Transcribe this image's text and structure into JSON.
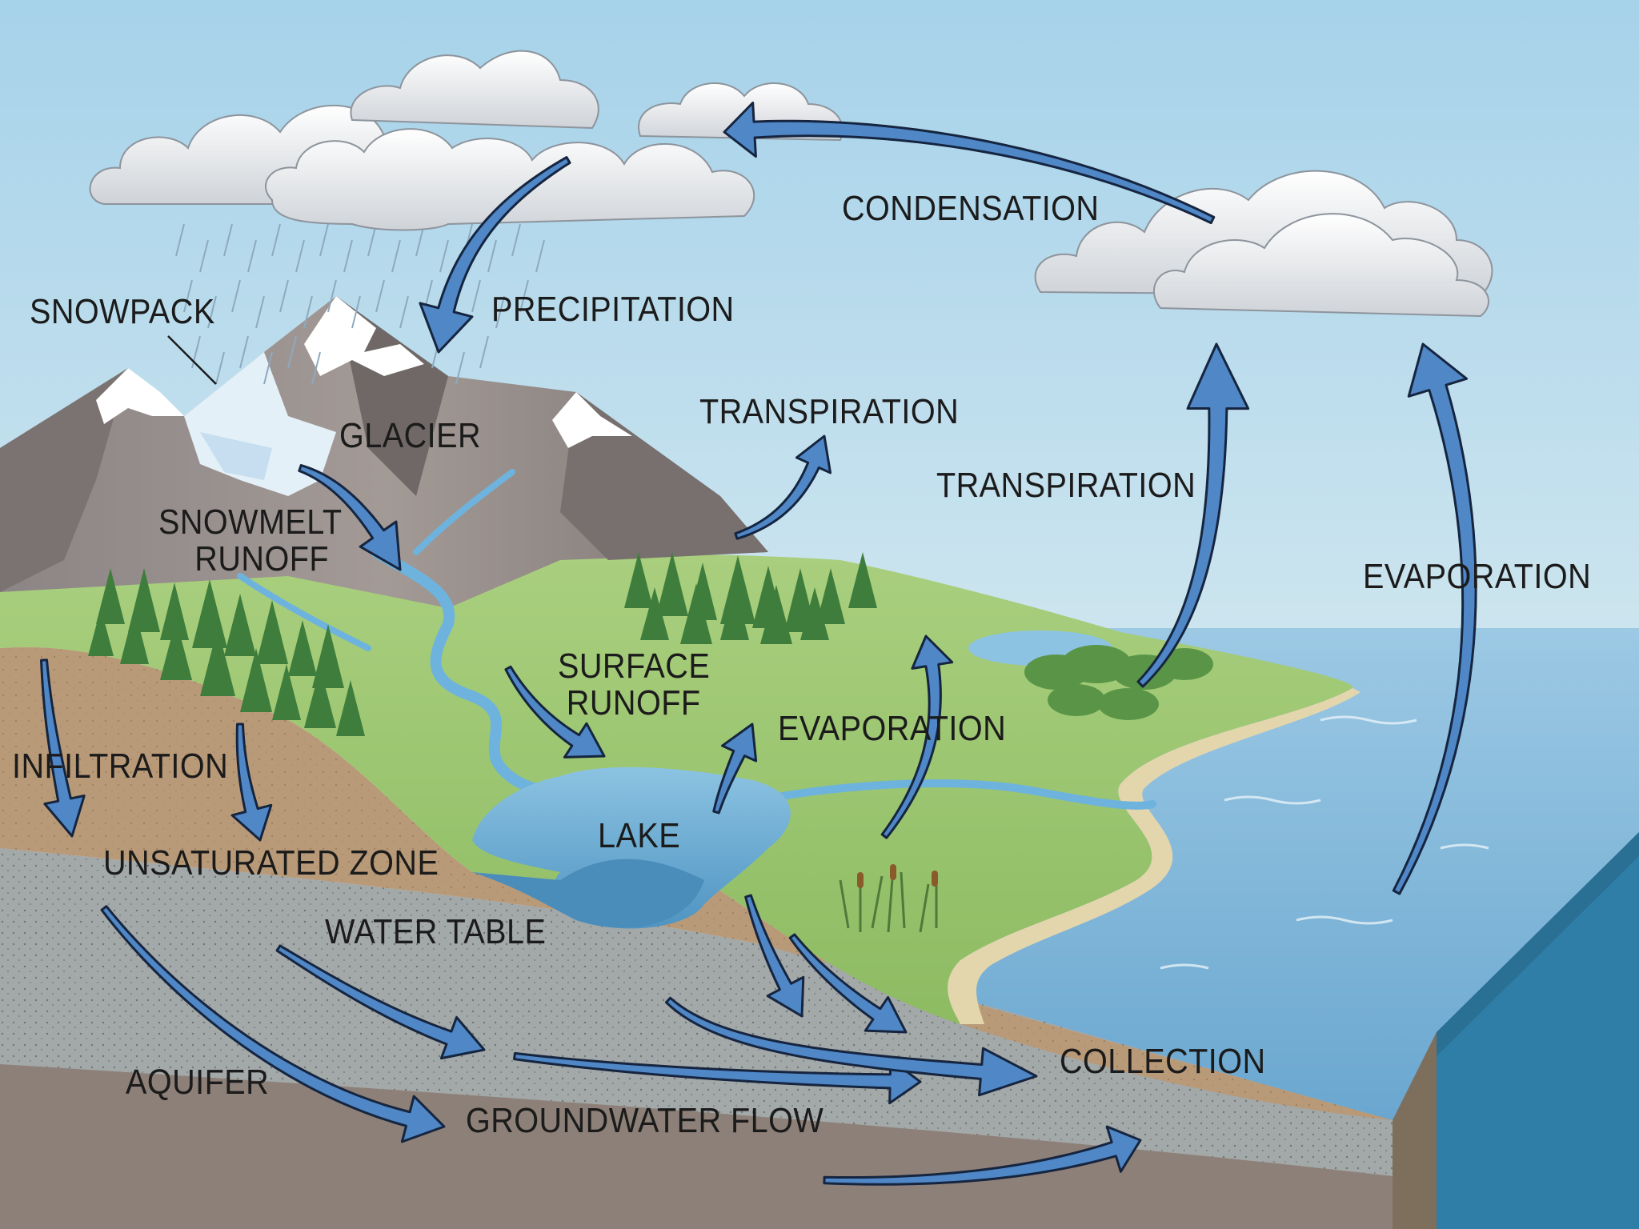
{
  "labels": {
    "condensation": "CONDENSATION",
    "precipitation": "PRECIPITATION",
    "snowpack": "SNOWPACK",
    "glacier": "GLACIER",
    "snowmelt_runoff": [
      "SNOWMELT",
      "RUNOFF"
    ],
    "transpiration_forest": "TRANSPIRATION",
    "transpiration_wetland": "TRANSPIRATION",
    "evaporation_ocean": "EVAPORATION",
    "surface_runoff": [
      "SURFACE",
      "RUNOFF"
    ],
    "evaporation_lake": "EVAPORATION",
    "lake": "LAKE",
    "infiltration": "INFILTRATION",
    "unsaturated_zone": "UNSATURATED ZONE",
    "water_table": "WATER TABLE",
    "aquifer": "AQUIFER",
    "groundwater_flow": "GROUNDWATER FLOW",
    "collection": "COLLECTION"
  },
  "colors": {
    "sky_top": "#a9d4ea",
    "sky_bottom": "#eef1e0",
    "ocean": "#74afd4",
    "land_green": "#9cc772",
    "soil": "#b99a78",
    "aquifer": "#9aa0a0",
    "arrow_fill": "#4f87c7",
    "arrow_stroke": "#16253f",
    "label_text": "#1b1b1b"
  }
}
